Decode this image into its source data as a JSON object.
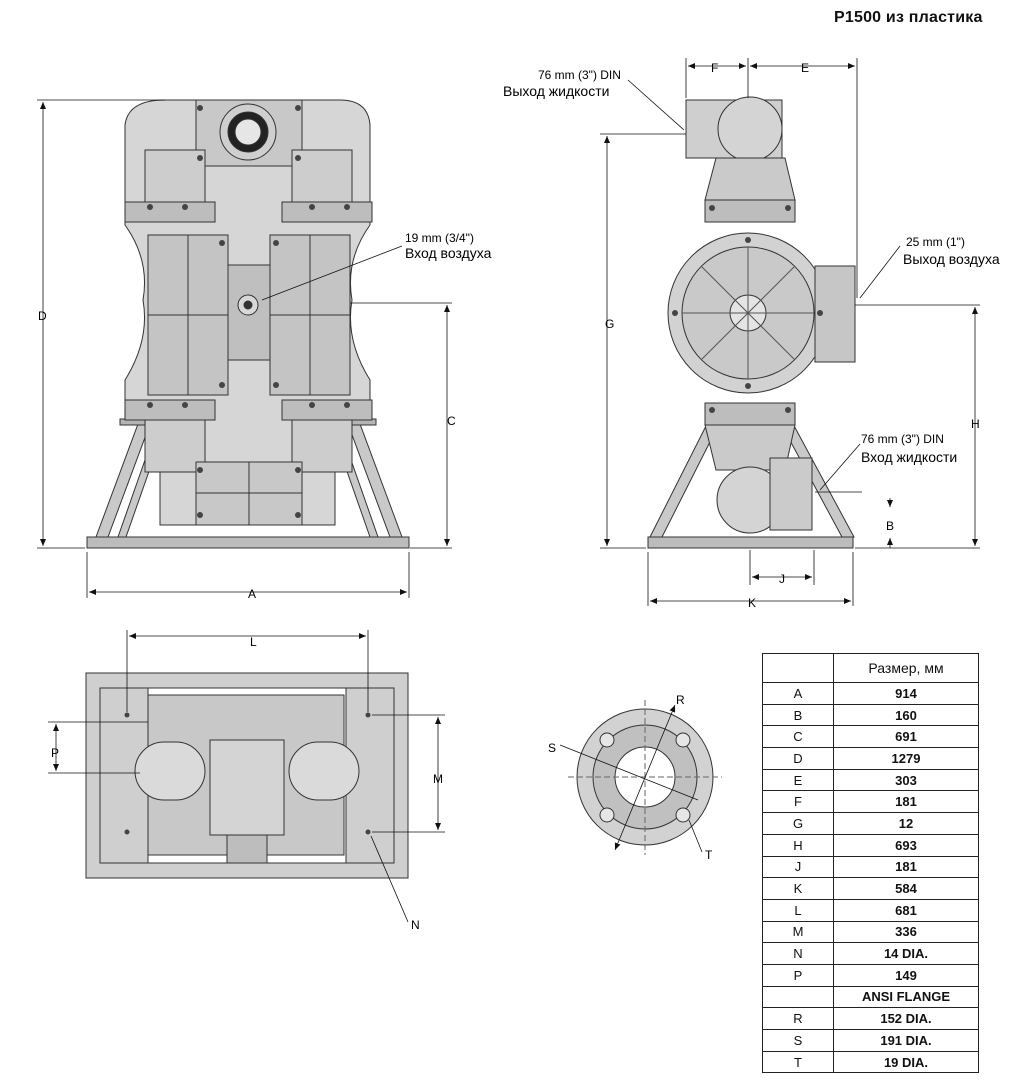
{
  "title": "P1500 из пластика",
  "front_view": {
    "labels": {
      "air_inlet_size": "19 mm (3/4\")",
      "air_inlet_text": "Вход воздуха",
      "dim_A": "A",
      "dim_C": "C",
      "dim_D": "D"
    }
  },
  "side_view": {
    "labels": {
      "outlet_size": "76 mm (3\") DIN",
      "outlet_text": "Выход жидкости",
      "air_exhaust_size": "25 mm (1\")",
      "air_exhaust_text": "Выход воздуха",
      "inlet_size": "76 mm (3\") DIN",
      "inlet_text": "Вход жидкости",
      "dim_F": "F",
      "dim_E": "E",
      "dim_G": "G",
      "dim_H": "H",
      "dim_B": "B",
      "dim_J": "J",
      "dim_K": "K"
    }
  },
  "top_view": {
    "labels": {
      "dim_L": "L",
      "dim_P": "P",
      "dim_M": "M",
      "dim_N": "N"
    }
  },
  "flange_view": {
    "labels": {
      "dim_R": "R",
      "dim_S": "S",
      "dim_T": "T"
    }
  },
  "dimension_table": {
    "header": "Размер, мм",
    "rows": [
      {
        "key": "A",
        "value": "914"
      },
      {
        "key": "B",
        "value": "160"
      },
      {
        "key": "C",
        "value": "691"
      },
      {
        "key": "D",
        "value": "1279"
      },
      {
        "key": "E",
        "value": "303"
      },
      {
        "key": "F",
        "value": "181"
      },
      {
        "key": "G",
        "value": "12"
      },
      {
        "key": "H",
        "value": "693"
      },
      {
        "key": "J",
        "value": "181"
      },
      {
        "key": "K",
        "value": "584"
      },
      {
        "key": "L",
        "value": "681"
      },
      {
        "key": "M",
        "value": "336"
      },
      {
        "key": "N",
        "value": "14 DIA."
      },
      {
        "key": "P",
        "value": "149"
      }
    ],
    "section_title": "ANSI FLANGE",
    "flange_rows": [
      {
        "key": "R",
        "value": "152 DIA."
      },
      {
        "key": "S",
        "value": "191 DIA."
      },
      {
        "key": "T",
        "value": "19 DIA."
      }
    ]
  }
}
